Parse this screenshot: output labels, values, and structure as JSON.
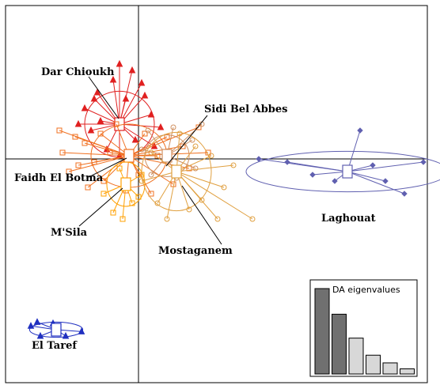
{
  "chart_data": {
    "type": "scatter",
    "title": "",
    "xlabel": "",
    "ylabel": "",
    "groups": [
      {
        "name": "Dar Chioukh",
        "color": "#e02020",
        "marker": "triangle",
        "center": [
          -0.3,
          0.55
        ],
        "ellipse": {
          "rx": 0.55,
          "ry": 0.52
        },
        "points": [
          [
            -0.3,
            1.5
          ],
          [
            -0.1,
            1.4
          ],
          [
            0.05,
            1.2
          ],
          [
            -0.65,
            1.05
          ],
          [
            -0.85,
            0.8
          ],
          [
            -0.75,
            0.45
          ],
          [
            -0.5,
            0.15
          ],
          [
            -0.05,
            0.3
          ],
          [
            0.2,
            0.7
          ],
          [
            0.35,
            0.5
          ],
          [
            -0.2,
            0.95
          ],
          [
            -0.6,
            0.6
          ],
          [
            0.1,
            1.0
          ],
          [
            -0.4,
            1.25
          ],
          [
            -0.95,
            0.55
          ],
          [
            0.25,
            0.2
          ],
          [
            -0.3,
            0.05
          ],
          [
            -0.7,
            0.95
          ]
        ]
      },
      {
        "name": "Faidh El Botma",
        "color": "#f07020",
        "marker": "square",
        "center": [
          -0.15,
          0.05
        ],
        "ellipse": {
          "rx": 0.6,
          "ry": 0.5
        },
        "points": [
          [
            -1.0,
            0.35
          ],
          [
            -1.2,
            0.1
          ],
          [
            -1.1,
            -0.2
          ],
          [
            -0.85,
            0.25
          ],
          [
            -0.7,
            -0.05
          ],
          [
            -0.55,
            -0.35
          ],
          [
            -0.35,
            0.55
          ],
          [
            0.1,
            0.4
          ],
          [
            0.45,
            0.35
          ],
          [
            0.7,
            0.2
          ],
          [
            0.8,
            -0.15
          ],
          [
            0.55,
            -0.4
          ],
          [
            0.2,
            -0.55
          ],
          [
            -0.2,
            -0.5
          ],
          [
            -0.8,
            -0.45
          ],
          [
            -0.95,
            -0.1
          ],
          [
            0.95,
            0.5
          ],
          [
            -0.45,
            0.1
          ],
          [
            0.3,
            0.05
          ],
          [
            -0.6,
            0.4
          ],
          [
            0.0,
            -0.25
          ],
          [
            1.1,
            0.1
          ],
          [
            -1.25,
            0.45
          ]
        ]
      },
      {
        "name": "M'Sila",
        "color": "#ffa000",
        "marker": "square",
        "center": [
          -0.2,
          -0.4
        ],
        "ellipse": {
          "rx": 0.3,
          "ry": 0.35
        },
        "points": [
          [
            -0.4,
            -0.85
          ],
          [
            -0.1,
            -0.7
          ],
          [
            -0.3,
            -0.15
          ],
          [
            0.05,
            -0.25
          ],
          [
            -0.55,
            -0.55
          ],
          [
            -0.25,
            -0.95
          ],
          [
            0.0,
            -0.6
          ]
        ]
      },
      {
        "name": "Sidi Bel Abbes",
        "color": "#d09060",
        "marker": "circle",
        "center": [
          0.45,
          0.05
        ],
        "ellipse": {
          "rx": 0.35,
          "ry": 0.33
        },
        "points": [
          [
            0.15,
            0.45
          ],
          [
            0.55,
            0.5
          ],
          [
            0.85,
            0.3
          ],
          [
            0.9,
            -0.15
          ],
          [
            0.6,
            -0.3
          ],
          [
            0.2,
            -0.25
          ],
          [
            0.05,
            0.15
          ],
          [
            1.0,
            0.55
          ]
        ]
      },
      {
        "name": "Mostaganem",
        "color": "#e0a040",
        "marker": "circle",
        "center": [
          0.6,
          -0.2
        ],
        "ellipse": {
          "rx": 0.55,
          "ry": 0.62
        },
        "points": [
          [
            1.15,
            0.05
          ],
          [
            1.35,
            -0.45
          ],
          [
            1.25,
            -0.95
          ],
          [
            0.8,
            -0.8
          ],
          [
            0.3,
            -0.7
          ],
          [
            0.05,
            -0.35
          ],
          [
            0.2,
            0.1
          ],
          [
            0.65,
            0.4
          ],
          [
            1.0,
            -0.65
          ],
          [
            1.5,
            -0.1
          ],
          [
            0.45,
            -0.95
          ],
          [
            1.8,
            -0.95
          ],
          [
            0.9,
            0.2
          ]
        ]
      },
      {
        "name": "Laghouat",
        "color": "#6060b0",
        "marker": "diamond",
        "center": [
          3.3,
          -0.2
        ],
        "ellipse": {
          "rx": 1.6,
          "ry": 0.32
        },
        "points": [
          [
            1.9,
            0.0
          ],
          [
            2.35,
            -0.05
          ],
          [
            2.75,
            -0.25
          ],
          [
            3.5,
            0.45
          ],
          [
            3.9,
            -0.35
          ],
          [
            4.2,
            -0.55
          ],
          [
            4.5,
            -0.05
          ],
          [
            3.1,
            -0.35
          ],
          [
            3.7,
            -0.1
          ]
        ]
      },
      {
        "name": "El Taref",
        "color": "#2030c0",
        "marker": "triangle",
        "center": [
          -1.3,
          -2.7
        ],
        "ellipse": {
          "rx": 0.42,
          "ry": 0.12
        },
        "points": [
          [
            -1.7,
            -2.64
          ],
          [
            -1.55,
            -2.8
          ],
          [
            -1.35,
            -2.6
          ],
          [
            -1.15,
            -2.8
          ],
          [
            -0.9,
            -2.73
          ],
          [
            -1.6,
            -2.58
          ]
        ]
      }
    ],
    "eigenvalues": {
      "title": "DA eigenvalues",
      "values": [
        100,
        70,
        42,
        22,
        13,
        6
      ],
      "colors": [
        "#707070",
        "#707070",
        "#d8d8d8",
        "#d8d8d8",
        "#d8d8d8",
        "#d8d8d8"
      ]
    }
  }
}
